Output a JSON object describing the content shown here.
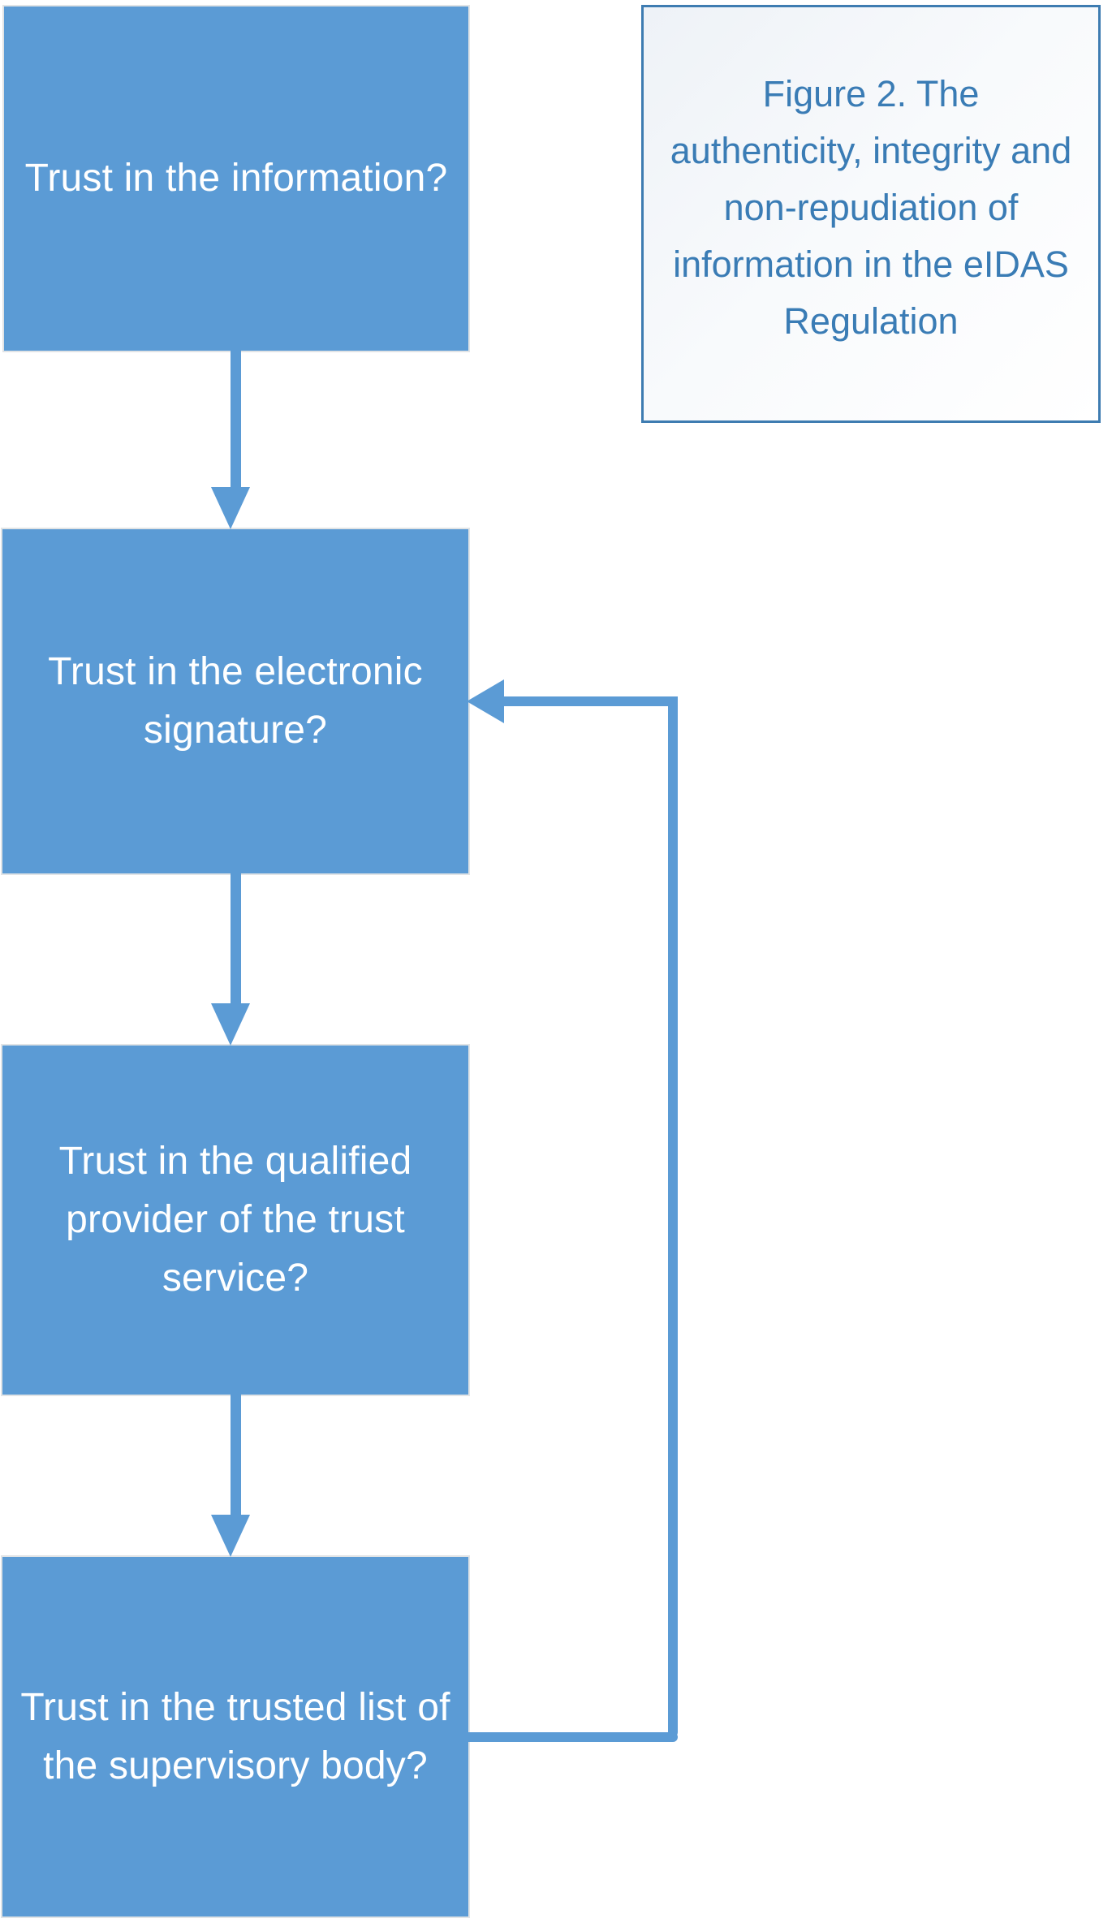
{
  "figure": {
    "caption": "Figure 2. The authenticity, integrity and non-repudiation of information in the eIDAS Regulation"
  },
  "colors": {
    "box_fill": "#5B9BD5",
    "box_text": "#FFFFFF",
    "connector": "#5B9BD5",
    "caption_border": "#3E7CB1",
    "caption_text": "#3A7CB5",
    "background": "#FFFFFF"
  },
  "diagram": {
    "type": "flowchart",
    "nodes": [
      {
        "id": "information",
        "label": "Trust in the information?"
      },
      {
        "id": "signature",
        "label": "Trust in the electronic signature?"
      },
      {
        "id": "provider",
        "label": "Trust in the qualified provider of the trust service?"
      },
      {
        "id": "trusted_list",
        "label": "Trust in the trusted list of the supervisory body?"
      }
    ],
    "edges": [
      {
        "from": "information",
        "to": "signature",
        "direction": "down",
        "label": ""
      },
      {
        "from": "signature",
        "to": "provider",
        "direction": "down",
        "label": ""
      },
      {
        "from": "provider",
        "to": "trusted_list",
        "direction": "down",
        "label": ""
      },
      {
        "from": "trusted_list",
        "to": "signature",
        "direction": "feedback",
        "label": ""
      }
    ]
  }
}
